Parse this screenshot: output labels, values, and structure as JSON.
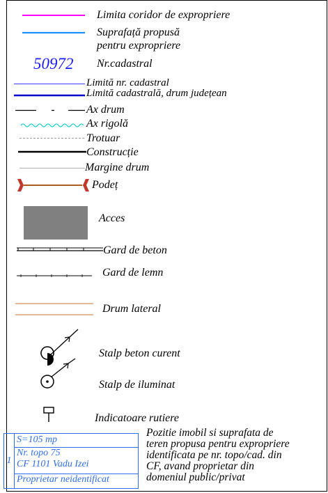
{
  "legend": {
    "expropriation_corridor_limit": "Limita coridor de expropriere",
    "proposed_area_line1": "Suprafață propusă",
    "proposed_area_line2": "pentru expropriere",
    "cadastral_number_sample": "50972",
    "cadastral_number_label": "Nr.cadastral",
    "cadastral_limit": "Limită nr. cadastral",
    "cadastral_limit_county_road": "Limită cadastrală, drum județean",
    "road_axis": "Ax drum",
    "ditch_axis": "Ax rigolă",
    "sidewalk": "Trotuar",
    "construction": "Construcție",
    "road_edge": "Margine drum",
    "culvert": "Podeț",
    "access": "Acces",
    "concrete_fence": "Gard de beton",
    "wooden_fence": "Gard de lemn",
    "side_road": "Drum lateral",
    "concrete_pole": "Stalp beton curent",
    "lighting_pole": "Stalp de iluminat",
    "road_signs": "Indicatoare rutiere"
  },
  "parcel_example": {
    "index": "1",
    "area": "S=105 mp",
    "topo_number": "Nr. topo 75",
    "cf": "CF 1101 Vadu Izei",
    "owner": "Proprietar neidentificat",
    "description_lines": [
      "Pozitie imobil si suprafata de",
      "teren propusa pentru expropriere",
      "identificata pe nr. topo/cad. din",
      "CF, avand proprietar din",
      "domeniul public/privat"
    ]
  },
  "colors": {
    "expropriation_limit": "#ff00ff",
    "proposed_area": "#1e90ff",
    "cadastral_number": "#1a1aff",
    "cadastral_limit": "#3b3bff",
    "county_road_limit": "#0000cc",
    "ditch": "#00cccc",
    "culvert_line": "#b05a1e",
    "culvert_ends": "#c0392b",
    "access_fill": "#808080",
    "side_road": "#d4905a",
    "parcel_box": "#2f6ef0"
  }
}
